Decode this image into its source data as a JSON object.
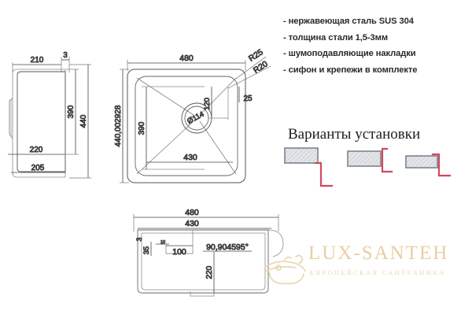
{
  "spec": {
    "items": [
      "- нержавеющая сталь SUS 304",
      "- толщина стали 1,5-3мм",
      "- шумоподавляющие накладки",
      "- сифон и крепежи в комплекте"
    ]
  },
  "variants": {
    "title": "Варианты установки",
    "count": 3,
    "fill_color": "#d8dade",
    "stroke_color": "#6f7880",
    "line_color": "#d2485a"
  },
  "watermark": {
    "brand": "LUX-SANTEH",
    "tagline": "ЕВРОПЕЙСКАЯ САНТЕХНИКА",
    "color": "#e8cfa3",
    "icon": "bathtub-icon"
  },
  "drawings": {
    "side_view": {
      "name": "side-section-view",
      "dims": {
        "top_width": "210",
        "thickness": "3",
        "inner_depth": "390",
        "outer_depth": "440",
        "mid_width": "220",
        "bottom_width": "205"
      }
    },
    "top_view": {
      "name": "top-plan-view",
      "dims": {
        "overall_width": "480",
        "inner_width": "430",
        "inner_height": "390",
        "overall_height": "440,002928",
        "radius_outer": "R25",
        "radius_inner": "R20",
        "drain_diameter": "Ø114",
        "corner_offset": "120",
        "edge_offset": "25"
      }
    },
    "bottom_view": {
      "name": "front-section-view",
      "dims": {
        "overall_width": "480",
        "inner_width": "430",
        "thickness": "3",
        "small_offset": "35",
        "tiny_dim": "10",
        "hole_spacing": "100",
        "angle": "90,904595°",
        "depth": "220"
      }
    }
  },
  "colors": {
    "line": "#333333",
    "thin_line": "#888888",
    "background": "#ffffff"
  }
}
